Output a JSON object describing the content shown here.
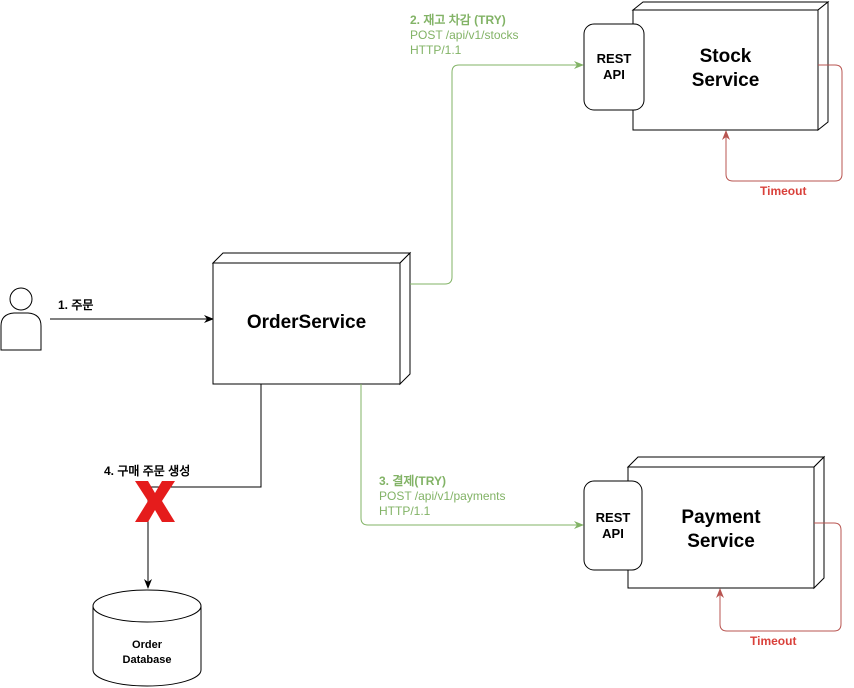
{
  "actor": {
    "icon": "user-icon"
  },
  "order_service": {
    "label": "OrderService"
  },
  "stock_service": {
    "label_line1": "Stock",
    "label_line2": "Service",
    "api_line1": "REST",
    "api_line2": "API"
  },
  "payment_service": {
    "label_line1": "Payment",
    "label_line2": "Service",
    "api_line1": "REST",
    "api_line2": "API"
  },
  "order_database": {
    "label_line1": "Order",
    "label_line2": "Database"
  },
  "edges": {
    "order": {
      "label": "1. 주문"
    },
    "stock": {
      "line1": "2. 재고 차감 (TRY)",
      "line2": "POST /api/v1/stocks",
      "line3": "HTTP/1.1"
    },
    "payment": {
      "line1": "3. 결제(TRY)",
      "line2": "POST /api/v1/payments",
      "line3": "HTTP/1.1"
    },
    "purchase": {
      "label": "4. 구매 주문 생성",
      "status_icon": "x-icon"
    }
  },
  "timeouts": {
    "stock": "Timeout",
    "payment": "Timeout"
  },
  "colors": {
    "green": "#82b366",
    "red": "#b85450",
    "red_text": "#d9413b",
    "x_red": "#e51c1c"
  }
}
